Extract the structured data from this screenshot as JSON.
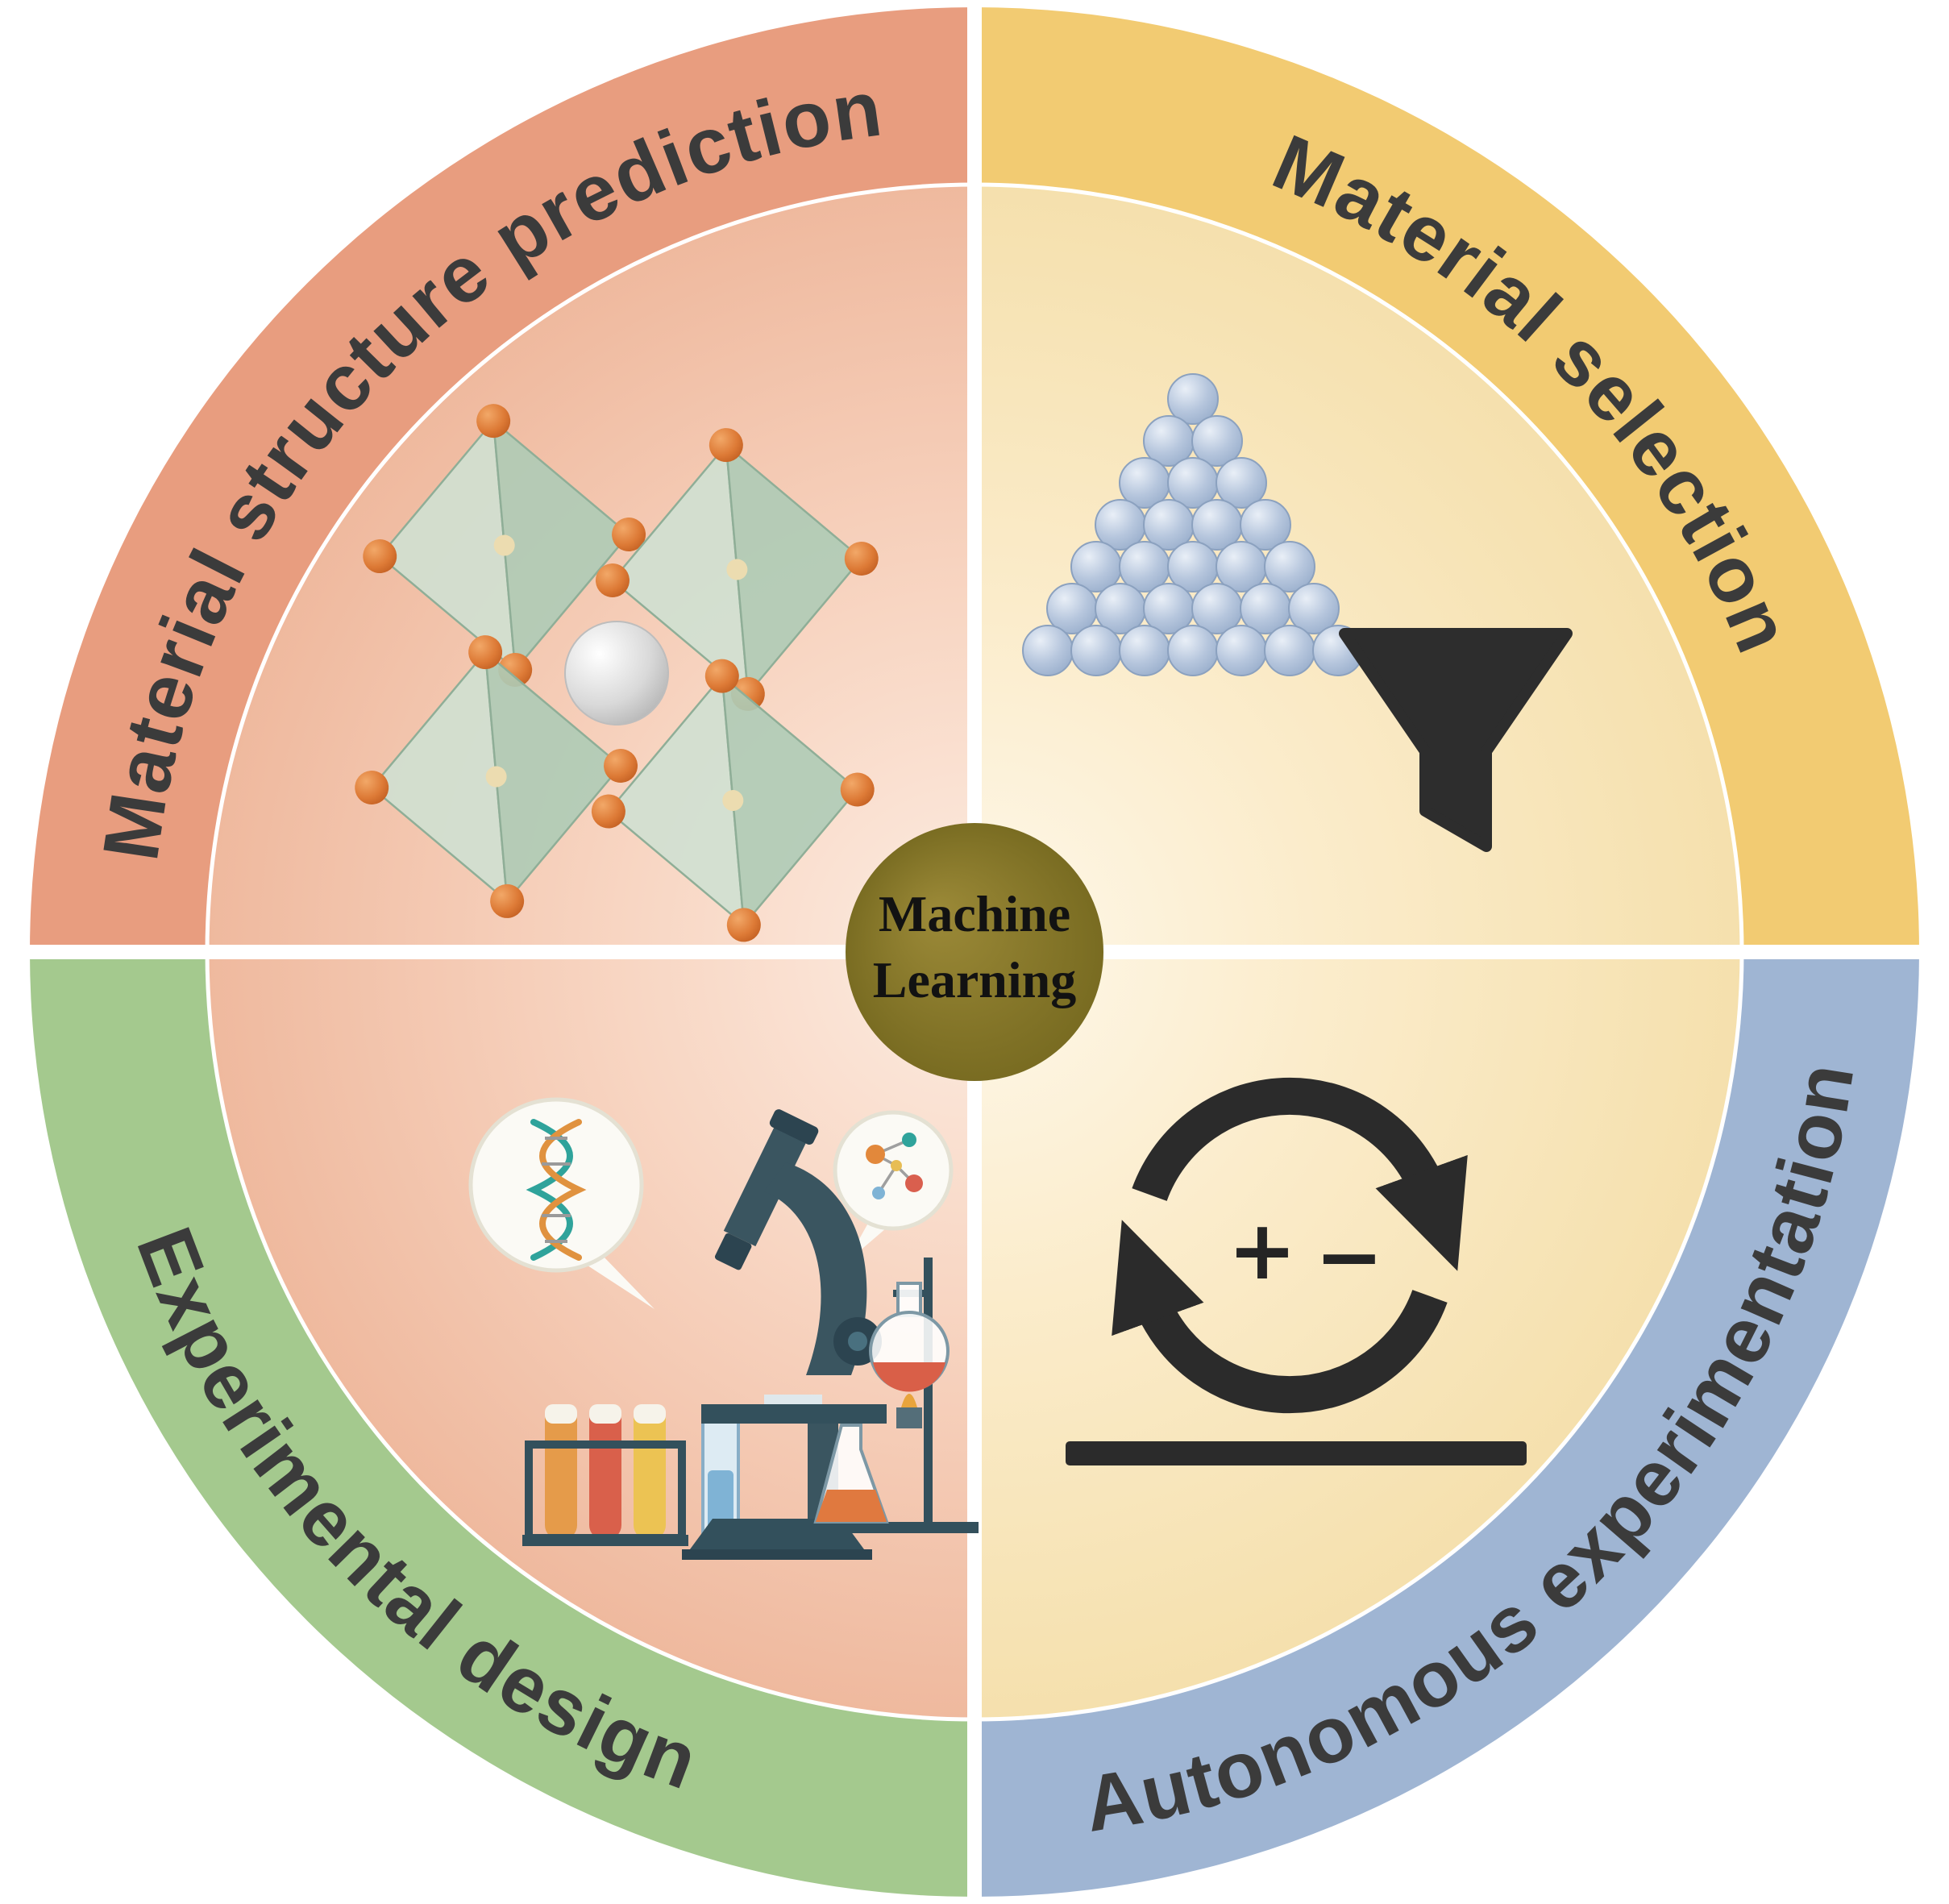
{
  "diagram": {
    "center": {
      "line1": "Machine",
      "line2": "Learning",
      "circle_color": "#8b7b2c",
      "text_color": "#121212"
    },
    "segments": {
      "top_left": {
        "label": "Material structure prediction",
        "ring_color": "#e89d7f",
        "inner_color": "#f3c3a9",
        "icon": "crystal-structure"
      },
      "top_right": {
        "label": "Material selection",
        "ring_color": "#f2cb72",
        "inner_color": "#fbeccb",
        "icon": "nanoparticle-pyramid-and-funnel"
      },
      "bottom_right": {
        "label": "Autonomous experimentation",
        "ring_color": "#9fb5d3",
        "inner_color": "#fbeccb",
        "icon": "optimization-loop-with-plus-minus"
      },
      "bottom_left": {
        "label": "Experimental design",
        "ring_color": "#a4c98e",
        "inner_color": "#f3c3a9",
        "icon": "laboratory-equipment"
      }
    },
    "loop_icon": {
      "plus": "+",
      "minus": "−"
    },
    "label_text_color": "#3b3b3b",
    "divider_color": "#ffffff"
  }
}
